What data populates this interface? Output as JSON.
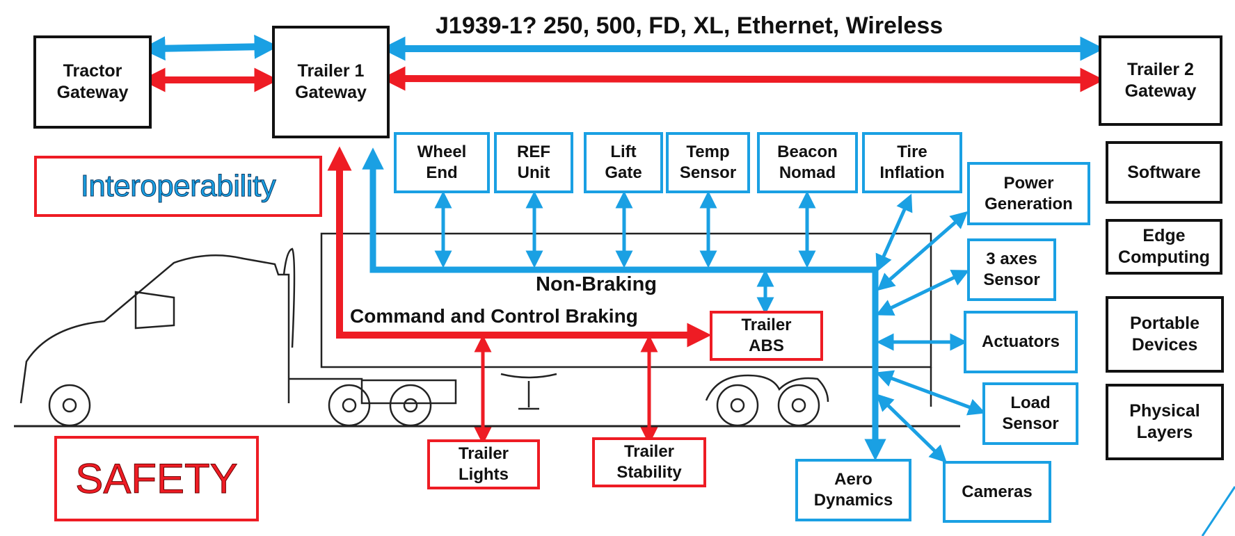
{
  "header": {
    "protocol_title": "J1939-1? 250, 500, FD, XL, Ethernet, Wireless"
  },
  "gateways": {
    "tractor": "Tractor\nGateway",
    "trailer1": "Trailer 1\nGateway",
    "trailer2": "Trailer 2\nGateway"
  },
  "labels": {
    "interoperability": "Interoperability",
    "safety": "SAFETY",
    "non_braking": "Non-Braking",
    "command_braking": "Command and Control Braking"
  },
  "non_braking_devices": {
    "wheel_end": "Wheel\nEnd",
    "ref_unit": "REF\nUnit",
    "lift_gate": "Lift\nGate",
    "temp_sensor": "Temp\nSensor",
    "beacon_nomad": "Beacon\nNomad",
    "tire_inflation": "Tire\nInflation",
    "power_generation": "Power\nGeneration",
    "three_axes_sensor": "3 axes\nSensor",
    "actuators": "Actuators",
    "load_sensor": "Load\nSensor",
    "cameras": "Cameras",
    "aero_dynamics": "Aero\nDynamics"
  },
  "braking_devices": {
    "trailer_abs": "Trailer\nABS",
    "trailer_lights": "Trailer\nLights",
    "trailer_stability": "Trailer\nStability"
  },
  "layers": {
    "software": "Software",
    "edge_computing": "Edge\nComputing",
    "portable_devices": "Portable\nDevices",
    "physical_layers": "Physical\nLayers"
  },
  "colors": {
    "blue": "#1aa0e3",
    "red": "#ee1c24",
    "black": "#111111"
  }
}
